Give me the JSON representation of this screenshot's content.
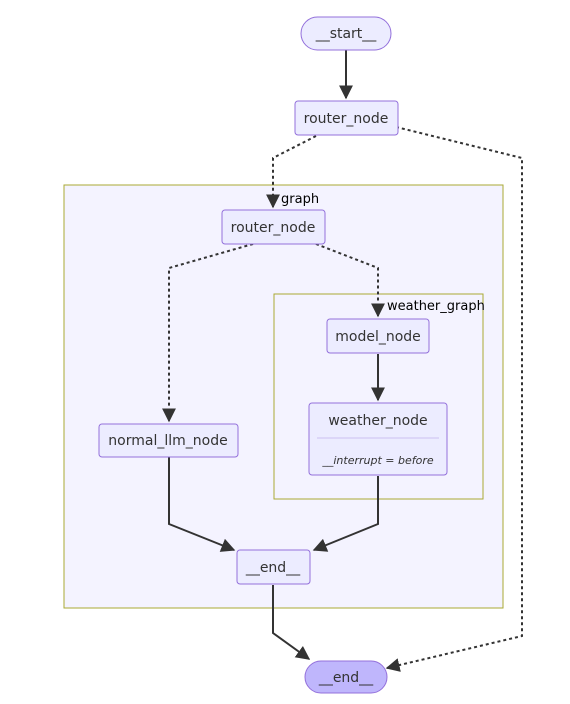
{
  "diagram": {
    "start": "__start__",
    "router_outer": "router_node",
    "graph_label": "graph",
    "router_inner": "router_node",
    "weather_graph_label": "weather_graph",
    "model_node": "model_node",
    "weather_node": "weather_node",
    "weather_node_note": "__interrupt = before",
    "normal_llm_node": "normal_llm_node",
    "end_inner": "__end__",
    "end_outer": "__end__"
  },
  "colors": {
    "node_fill": "#ECECFF",
    "node_stroke": "#9370DB",
    "cluster_fill": "#F4F3FF",
    "cluster_stroke": "#AAAA33",
    "terminal_end_fill": "#BFB6FC",
    "edge": "#333333"
  }
}
